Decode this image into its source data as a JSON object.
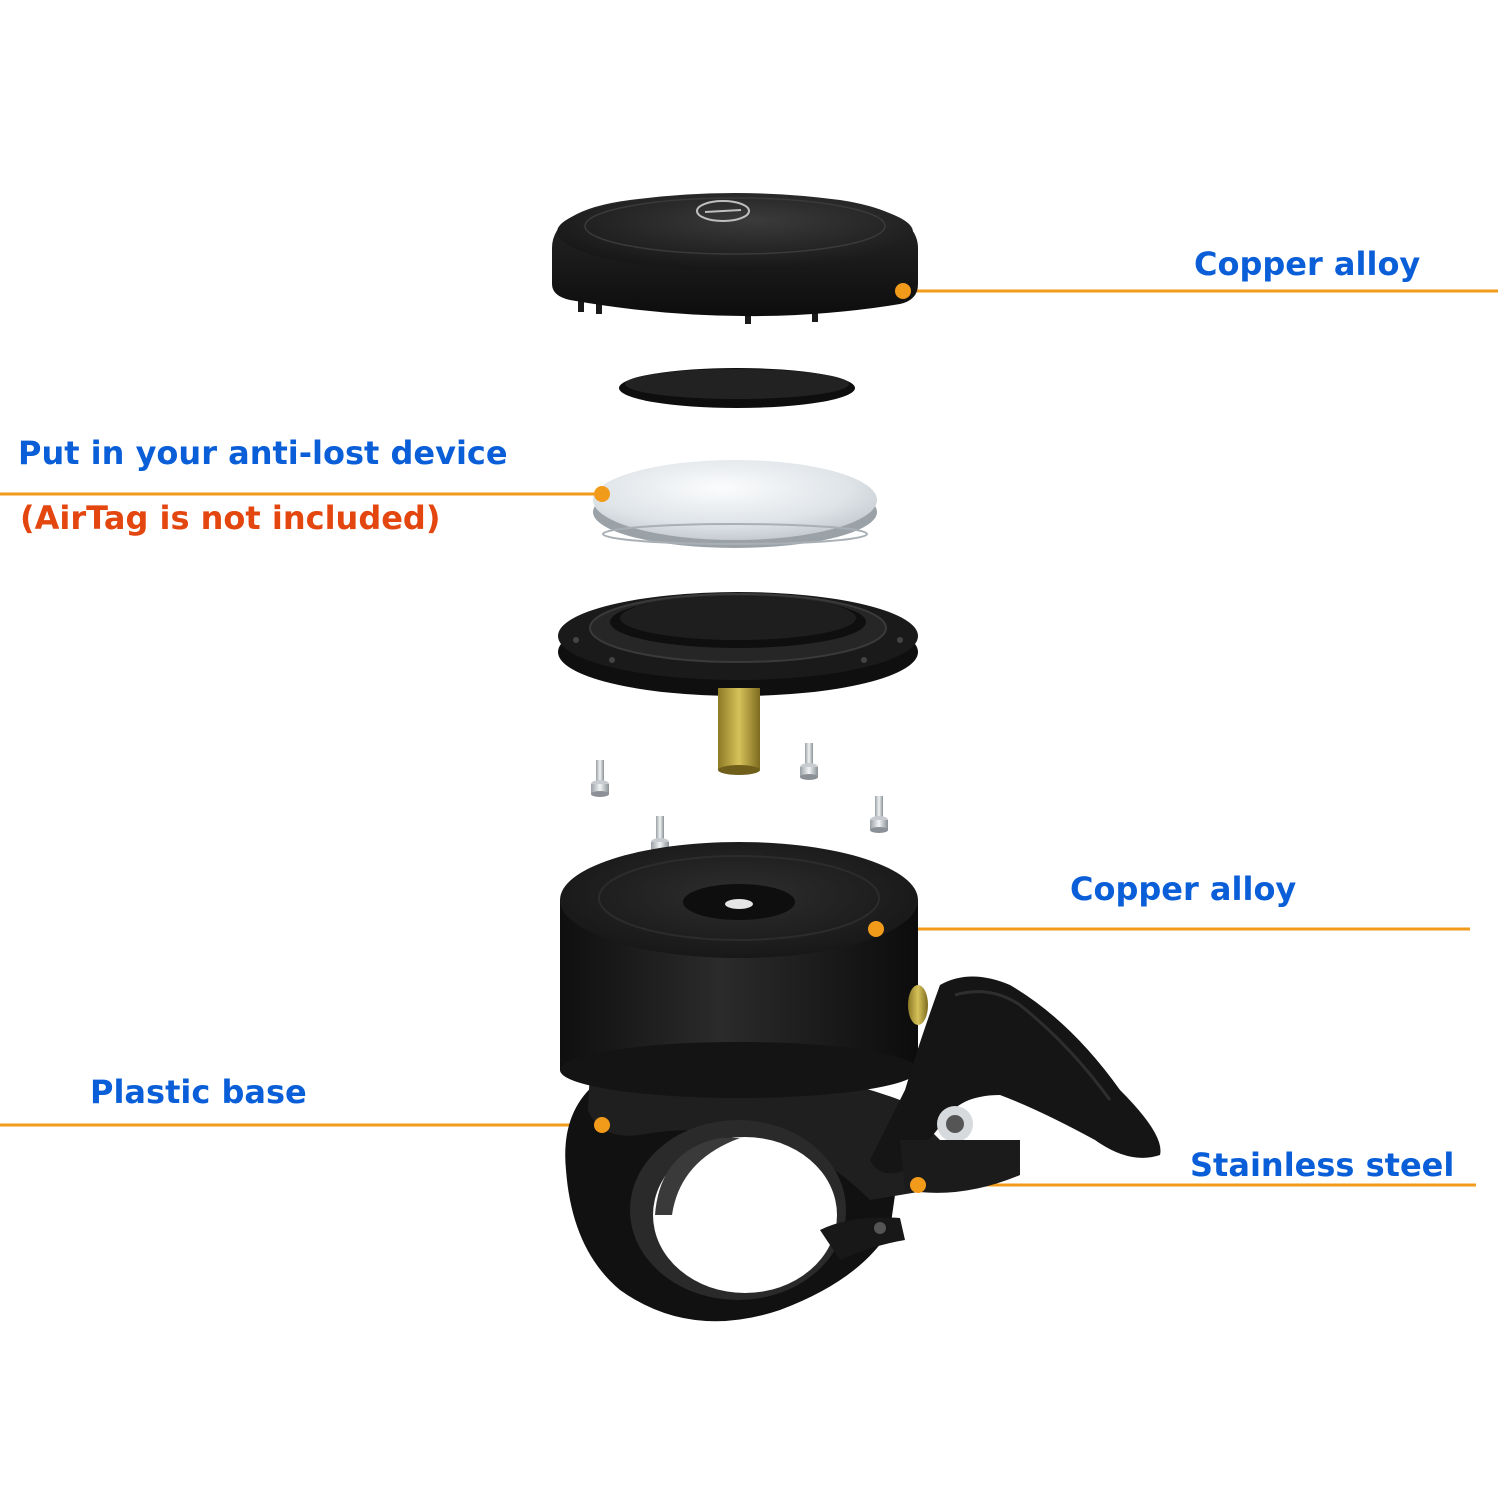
{
  "colors": {
    "label_blue": "#0a5fd8",
    "label_red": "#e4460f",
    "leader_orange": "#f29a1a",
    "part_black": "#1b1b1b",
    "airtag_silver": "#dfe3e6",
    "brass_bolt": "#b8a03a"
  },
  "callouts": {
    "top_cover": "Copper alloy",
    "device_slot": "Put in your anti-lost device",
    "device_note": "(AirTag is not included)",
    "bell_body": "Copper alloy",
    "base": "Plastic base",
    "lever": "Stainless steel"
  },
  "parts": [
    "top-cover",
    "cover-gasket",
    "airtag",
    "mount-plate",
    "center-bolt",
    "screws",
    "bell-dome",
    "handlebar-clamp",
    "striker-lever"
  ]
}
